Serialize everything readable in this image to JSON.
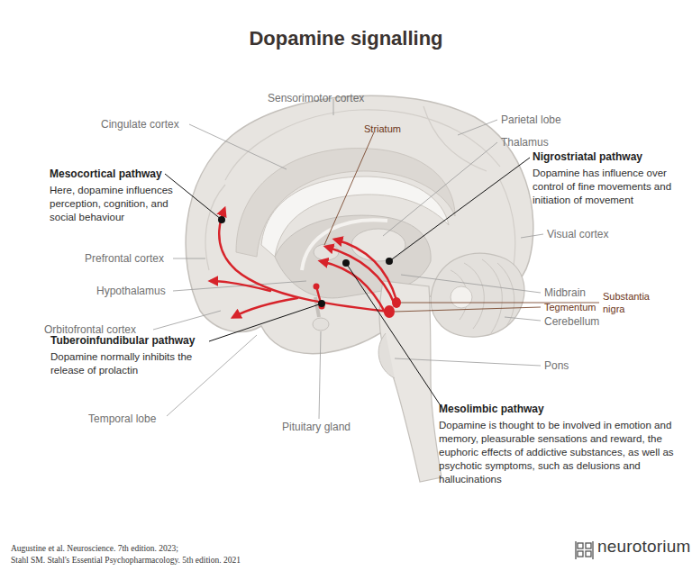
{
  "diagram": {
    "title": "Dopamine signalling",
    "nodes": [
      {
        "text": [
          "Mesocortical pathway",
          "Here, dopamine influences perception, cognition, and social behaviour"
        ]
      },
      {
        "text": [
          "Nigrostriatal pathway",
          "Dopamine has influence over control of fine movements and initiation of movement"
        ]
      },
      {
        "text": [
          "Tuberoinfundibular pathway",
          "Dopamine normally inhibits the release of prolactin"
        ]
      },
      {
        "text": [
          "Mesolimbic pathway",
          "Dopamine is thought to be involved in emotion and memory, pleasurable sensations and reward, the euphoric effects of addictive substances, as well as psychotic symptoms, such as delusions and hallucinations"
        ]
      }
    ],
    "labels": [
      "Sensorimotor cortex",
      "Cingulate cortex",
      "Parietal lobe",
      "Striatum",
      "Thalamus",
      "Prefrontal cortex",
      "Visual cortex",
      "Hypothalamus",
      "Midbrain",
      "Substantia nigra",
      "Tegmentum",
      "Cerebellum",
      "Orbitofrontal cortex",
      "Pons",
      "Temporal lobe",
      "Pituitary gland",
      "Augustine et al. Neuroscience. 7th edition. 2023;",
      "Stahl SM. Stahl's Essential Psychopharmacology. 5th edition. 2021",
      "neurotorium"
    ]
  }
}
